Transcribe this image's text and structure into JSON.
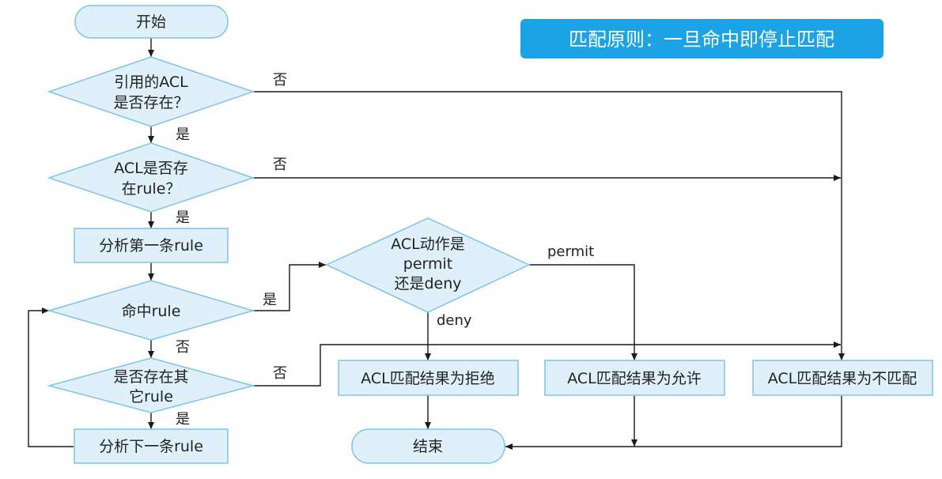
{
  "banner": {
    "text": "匹配原则：一旦命中即停止匹配",
    "color": "#1ba3e6"
  },
  "colors": {
    "fill": "#dff0fb",
    "stroke": "#7cc3ea",
    "line": "#1a1a1a"
  },
  "nodes": {
    "start": "开始",
    "acl_exists": [
      "引用的ACL",
      "是否存在？"
    ],
    "rule_exists": [
      "ACL是否存",
      "在rule？"
    ],
    "analyze_first": "分析第一条rule",
    "hit_rule": "命中rule",
    "other_rule": [
      "是否存在其",
      "它rule"
    ],
    "analyze_next": "分析下一条rule",
    "action": [
      "ACL动作是",
      "permit",
      "还是deny"
    ],
    "deny_result": "ACL匹配结果为拒绝",
    "permit_result": "ACL匹配结果为允许",
    "nomatch_result": "ACL匹配结果为不匹配",
    "end": "结束"
  },
  "edges": {
    "yes1": "是",
    "yes2": "是",
    "yes3": "是",
    "yes4": "是",
    "no1": "否",
    "no2": "否",
    "no3": "否",
    "no4": "否",
    "permit": "permit",
    "deny": "deny"
  }
}
